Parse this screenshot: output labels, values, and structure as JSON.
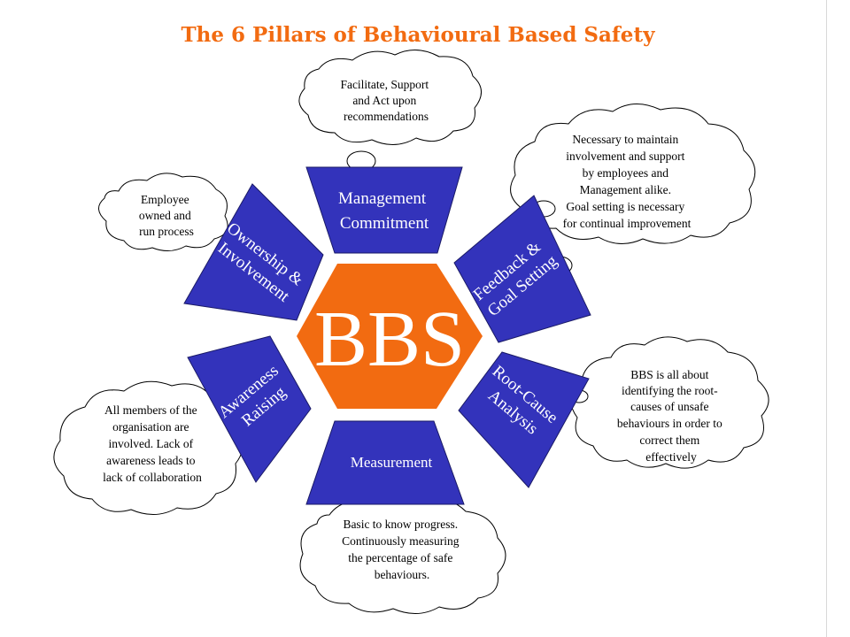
{
  "title": "The 6 Pillars of Behavioural Based Safety",
  "center_label": "BBS",
  "colors": {
    "title": "#f26b11",
    "hexagon": "#f26b11",
    "pillar": "#3333bb",
    "pillar_text": "#ffffff",
    "cloud_fill": "#ffffff",
    "cloud_stroke": "#000000"
  },
  "pillars": {
    "management": [
      "Management",
      "Commitment"
    ],
    "feedback": [
      "Feedback &",
      "Goal Setting"
    ],
    "rootcause": [
      "Root-Cause",
      "Analysis"
    ],
    "measurement": [
      "Measurement"
    ],
    "awareness": [
      "Awareness",
      "Raising"
    ],
    "ownership": [
      "Ownership &",
      "Involvement"
    ]
  },
  "clouds": {
    "management": [
      "Facilitate, Support",
      "and Act upon",
      "recommendations"
    ],
    "feedback": [
      "Necessary to maintain",
      "involvement and support",
      "by employees and",
      "Management alike.",
      "Goal setting is necessary",
      "for continual improvement"
    ],
    "rootcause": [
      "BBS is all about",
      "identifying the root-",
      "causes of unsafe",
      "behaviours in order to",
      "correct them",
      "effectively"
    ],
    "measurement": [
      "Basic to know progress.",
      "Continuously measuring",
      "the percentage of safe",
      "behaviours."
    ],
    "awareness": [
      "All members of the",
      "organisation are",
      "involved. Lack of",
      "awareness leads to",
      "lack of collaboration"
    ],
    "ownership": [
      "Employee",
      "owned and",
      "run process"
    ]
  }
}
